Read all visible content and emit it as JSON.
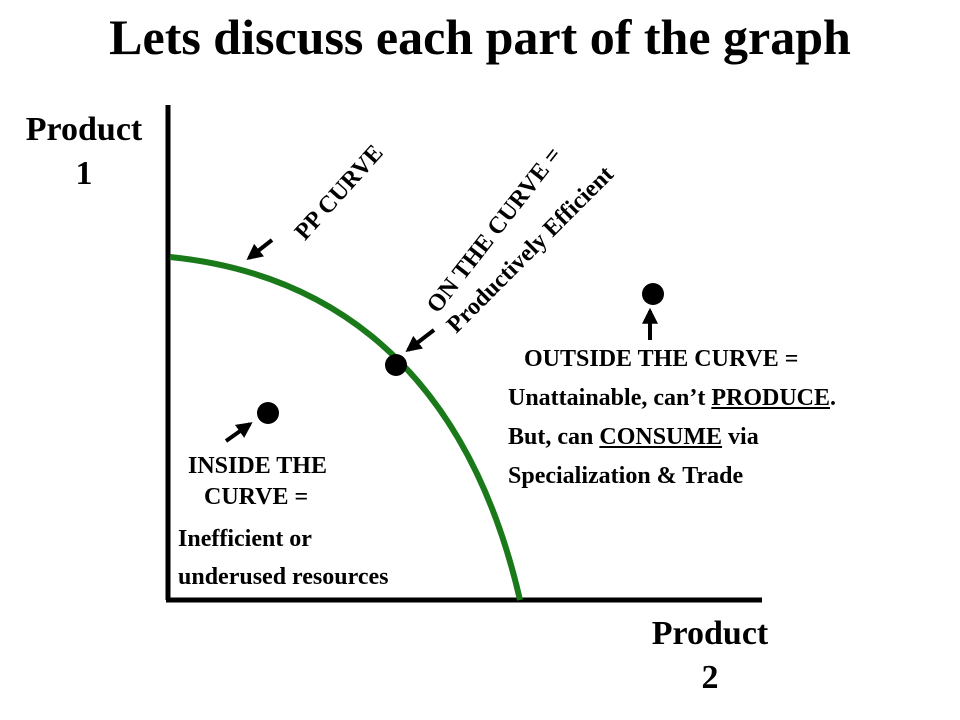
{
  "title": "Lets discuss each part of the graph",
  "y_axis": {
    "line1": "Product",
    "line2": "1"
  },
  "x_axis": {
    "line1": "Product",
    "line2": "2"
  },
  "labels": {
    "pp_curve": "PP CURVE",
    "on_curve_line1": "ON THE CURVE =",
    "on_curve_line2": "Productively Efficient",
    "outside_heading": "OUTSIDE THE CURVE =",
    "outside_line1_pre": "Unattainable, can’t ",
    "outside_line1_u": "PRODUCE",
    "outside_line1_post": ".",
    "outside_line2_pre": "But, can ",
    "outside_line2_u": "CONSUME",
    "outside_line2_post": " via",
    "outside_line3": "Specialization & Trade",
    "inside_line1": "INSIDE THE",
    "inside_line2": "CURVE =",
    "inside_line3": "Inefficient or",
    "inside_line4": "underused resources"
  },
  "colors": {
    "curve": "#1a7a1a",
    "axes": "#000000",
    "text": "#000000"
  }
}
